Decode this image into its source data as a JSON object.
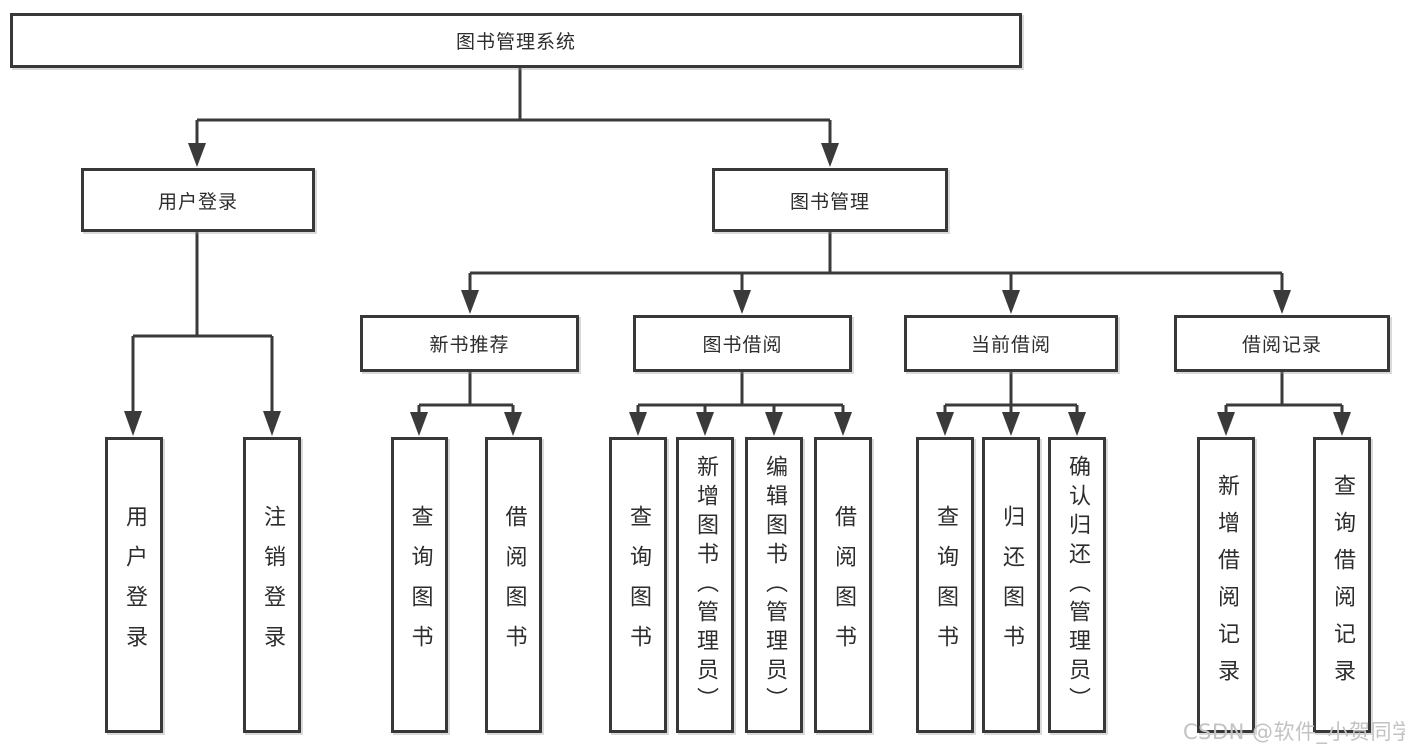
{
  "watermark": "CSDN @软件_小贺同学",
  "colors": {
    "line": "#3a3a3a",
    "text": "#2d2d2d",
    "box_fill": "#ffffff",
    "watermark": "#c3c3c3",
    "background": "#ffffff"
  },
  "tree": {
    "label": "图书管理系统",
    "children": [
      {
        "label": "用户登录",
        "children": [
          {
            "label": "用户登录"
          },
          {
            "label": "注销登录"
          }
        ]
      },
      {
        "label": "图书管理",
        "children": [
          {
            "label": "新书推荐",
            "children": [
              {
                "label": "查询图书"
              },
              {
                "label": "借阅图书"
              }
            ]
          },
          {
            "label": "图书借阅",
            "children": [
              {
                "label": "查询图书"
              },
              {
                "label": "新增图书（管理员）"
              },
              {
                "label": "编辑图书（管理员）"
              },
              {
                "label": "借阅图书"
              }
            ]
          },
          {
            "label": "当前借阅",
            "children": [
              {
                "label": "查询图书"
              },
              {
                "label": "归还图书"
              },
              {
                "label": "确认归还（管理员）"
              }
            ]
          },
          {
            "label": "借阅记录",
            "children": [
              {
                "label": "新增借阅记录"
              },
              {
                "label": "查询借阅记录"
              }
            ]
          }
        ]
      }
    ]
  }
}
